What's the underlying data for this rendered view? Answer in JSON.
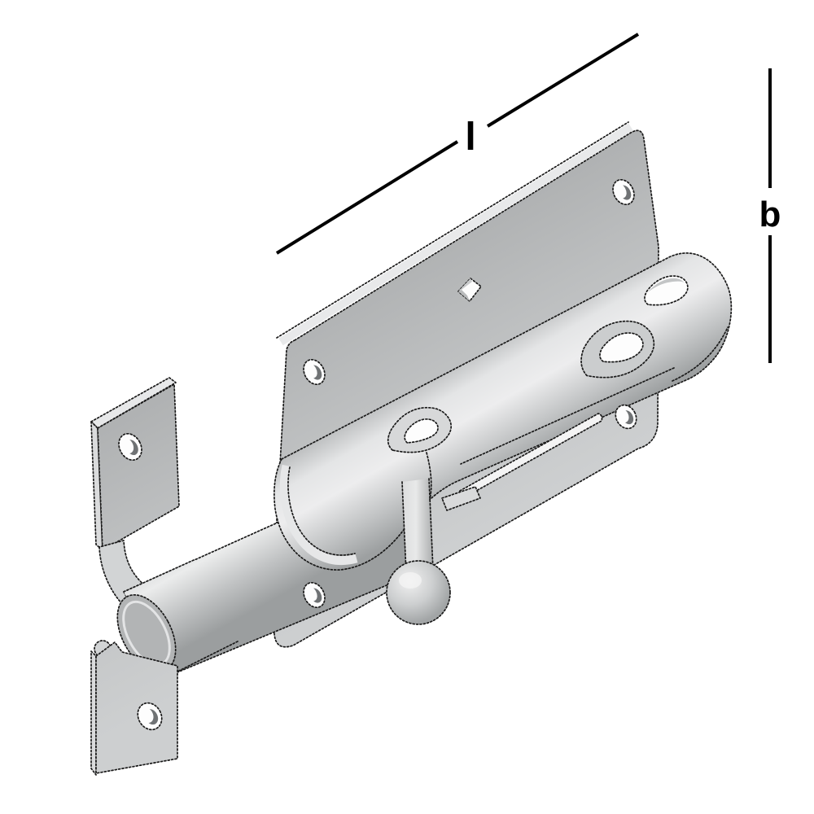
{
  "illustration": {
    "subject": "barrel-bolt-with-keeper-technical-drawing",
    "background_color": "#ffffff",
    "outline_color": "#1a1a1a",
    "metal_light": "#ececed",
    "metal_mid": "#c4c6c7",
    "metal_dark": "#9da0a1"
  },
  "dimensions": {
    "length": {
      "label": "l"
    },
    "width": {
      "label": "b"
    }
  }
}
